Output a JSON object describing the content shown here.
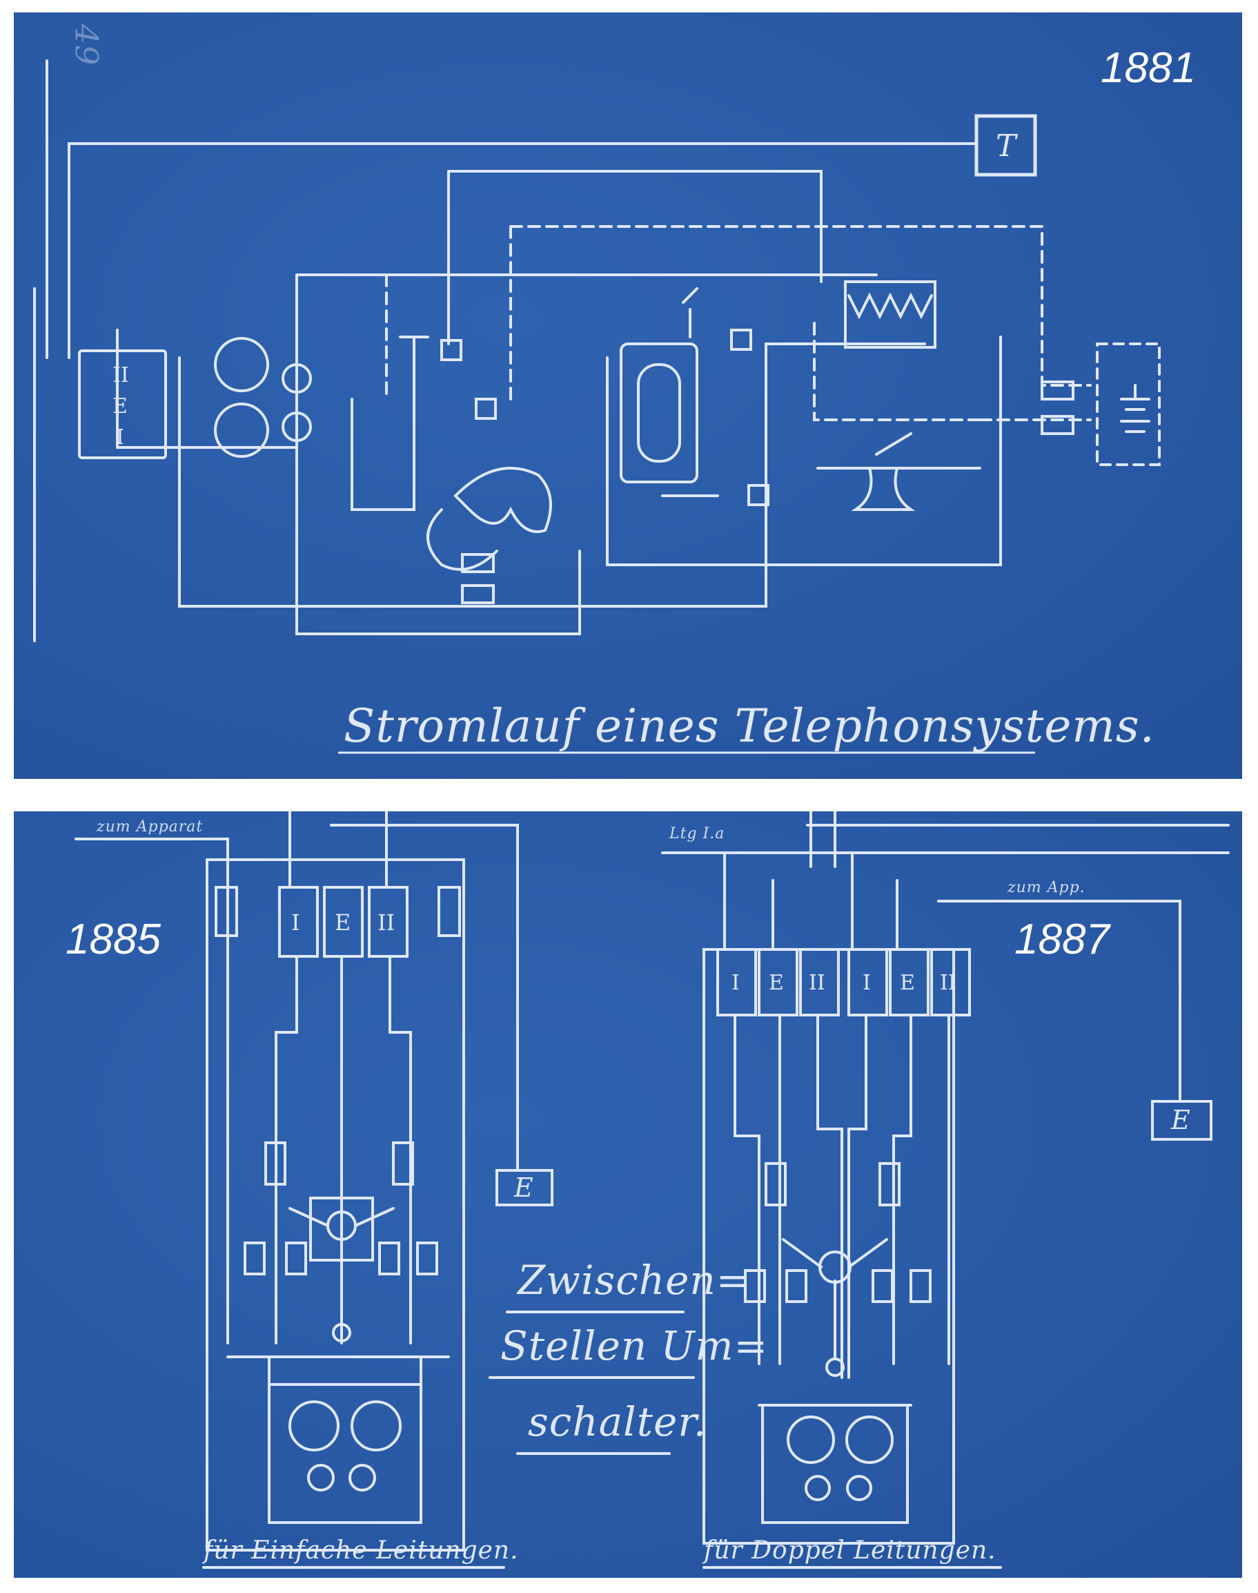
{
  "colors": {
    "paper": "#2a5aa6",
    "line": "#dfe8f7"
  },
  "top": {
    "year": "1881",
    "caption": "Stromlauf eines Telephonsystems.",
    "page_mark": "49",
    "ground_letter": "T",
    "switch_letters": [
      "II",
      "E",
      "I"
    ]
  },
  "bottom": {
    "year_left": "1885",
    "year_right": "1887",
    "center_title_1": "Zwischen=",
    "center_title_2": "Stellen Um=",
    "center_title_3": "schalter.",
    "label_zum_apparat": "zum Apparat",
    "label_ltg": "Ltg I.a",
    "label_zum_app": "zum App.",
    "caption_left": "für Einfache Leitungen.",
    "caption_right": "für Doppel Leitungen.",
    "ground_letter": "E",
    "switch_letters_single": [
      "I",
      "E",
      "II"
    ],
    "switch_letters_double": [
      "I",
      "E",
      "II",
      "I",
      "E",
      "II"
    ]
  }
}
